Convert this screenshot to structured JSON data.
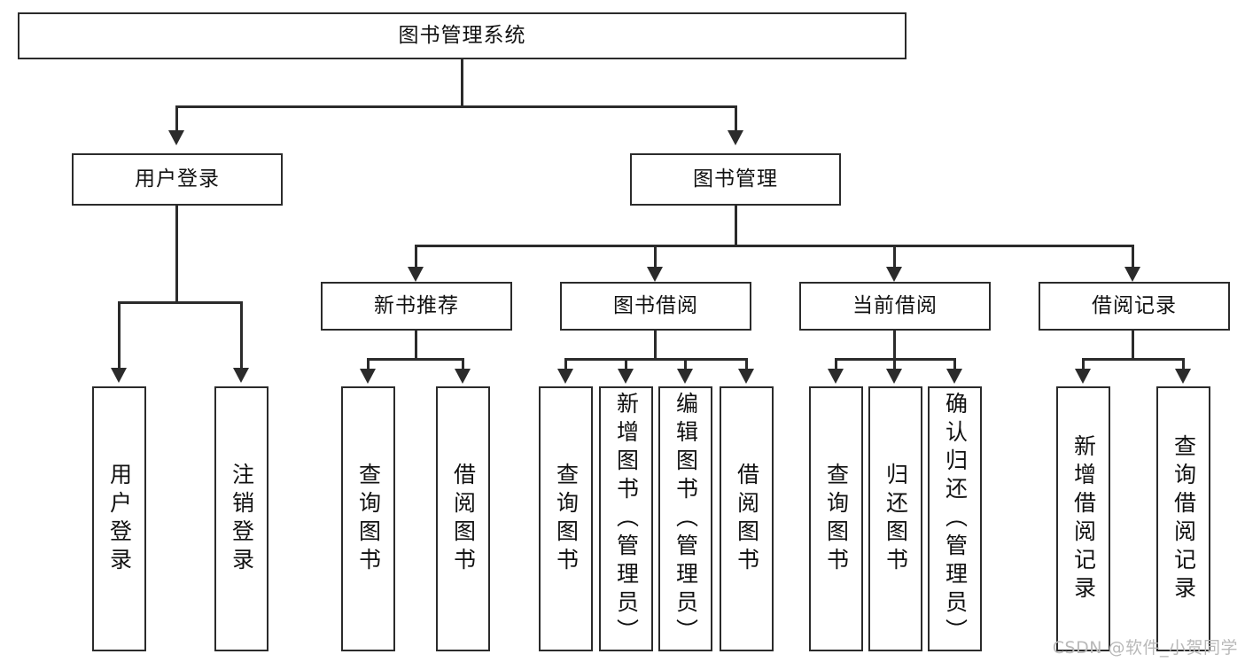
{
  "diagram": {
    "title": "图书管理系统",
    "root": {
      "label": "图书管理系统"
    },
    "level2": [
      {
        "label": "用户登录"
      },
      {
        "label": "图书管理"
      }
    ],
    "level3": [
      {
        "label": "新书推荐"
      },
      {
        "label": "图书借阅"
      },
      {
        "label": "当前借阅"
      },
      {
        "label": "借阅记录"
      }
    ],
    "leaves": {
      "user_login": [
        {
          "label": "用户登录"
        },
        {
          "label": "注销登录"
        }
      ],
      "new_book_recommend": [
        {
          "label": "查询图书"
        },
        {
          "label": "借阅图书"
        }
      ],
      "book_borrow": [
        {
          "label": "查询图书"
        },
        {
          "label": "新增图书（管理员）"
        },
        {
          "label": "编辑图书（管理员）"
        },
        {
          "label": "借阅图书"
        }
      ],
      "current_borrow": [
        {
          "label": "查询图书"
        },
        {
          "label": "归还图书"
        },
        {
          "label": "确认归还（管理员）"
        }
      ],
      "borrow_record": [
        {
          "label": "新增借阅记录"
        },
        {
          "label": "查询借阅记录"
        }
      ]
    }
  },
  "watermark": {
    "text": "CSDN @软件_小贺同学"
  },
  "colors": {
    "stroke": "#2b2b2b",
    "background": "#ffffff",
    "text": "#111111",
    "watermark": "#b9b9b9"
  }
}
